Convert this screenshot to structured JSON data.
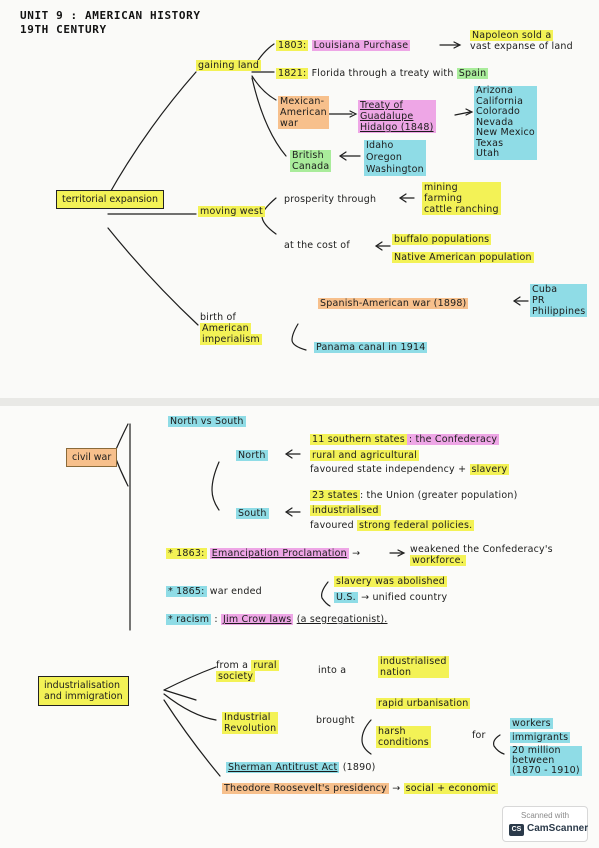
{
  "header": {
    "title_line1": "UNIT 9 : AMERICAN HISTORY",
    "title_line2": "19TH CENTURY"
  },
  "territorial": {
    "root": "territorial expansion",
    "gaining_land": "gaining land",
    "louisiana_year": "1803:",
    "louisiana": "Louisiana Purchase",
    "napoleon_1": "Napoleon sold a",
    "napoleon_2": "vast expanse of land",
    "florida_year": "1821:",
    "florida": "Florida through a treaty with",
    "spain": "Spain",
    "mexican_1": "Mexican-",
    "mexican_2": "American",
    "mexican_3": "war",
    "treaty_1": "Treaty of",
    "treaty_2": "Guadalupe",
    "treaty_3": "Hidalgo (1848)",
    "states": [
      "Arizona",
      "California",
      "Colorado",
      "Nevada",
      "New Mexico",
      "Texas",
      "Utah"
    ],
    "british_1": "British",
    "british_2": "Canada",
    "northwest": [
      "Idaho",
      "Oregon",
      "Washington"
    ],
    "moving_west": "moving west",
    "prosperity": "prosperity through",
    "prosperity_items": [
      "mining",
      "farming",
      "cattle ranching"
    ],
    "cost": "at the cost of",
    "cost_items": [
      "buffalo populations",
      "Native American population"
    ],
    "birth_1": "birth of",
    "birth_2": "American",
    "birth_3": "imperialism",
    "spanish_war": "Spanish-American war (1898)",
    "colonies": [
      "Cuba",
      "PR",
      "Philippines"
    ],
    "panama": "Panama canal in 1914"
  },
  "civil_war": {
    "root": "civil war",
    "north_vs_south": "North vs South",
    "north": "North",
    "south": "South",
    "n_line1a": "11 southern states",
    "n_line1b": ": the Confederacy",
    "n_line2": "rural and agricultural",
    "n_line3a": "favoured state independency +",
    "n_line3b": "slavery",
    "s_line1a": "23 states",
    "s_line1b": ": the Union (greater population)",
    "s_line2": "industrialised",
    "s_line3a": "favoured",
    "s_line3b": "strong federal policies.",
    "eman_year": "* 1863:",
    "eman": "Emancipation Proclamation",
    "eman_arrow": "→",
    "eman_res_1": "weakened the Confederacy's",
    "eman_res_2": "workforce.",
    "end_year": "* 1865:",
    "end": "war ended",
    "end_res_1": "slavery was abolished",
    "end_res_2a": "U.S.",
    "end_res_2b": "→ unified country",
    "racism": "* racism",
    "jim_crow": "Jim Crow laws",
    "segregation": "(a segregationist)."
  },
  "industrial": {
    "root_1": "industrialisation",
    "root_2": "and immigration",
    "from_1": "from a",
    "from_2": "rural",
    "from_3": "society",
    "into": "into a",
    "ind_1": "industrialised",
    "ind_2": "nation",
    "rev_1": "Industrial",
    "rev_2": "Revolution",
    "brought": "brought",
    "rapid": "rapid urbanisation",
    "harsh_1": "harsh",
    "harsh_2": "conditions",
    "for": "for",
    "workers": "workers",
    "immigrants": "immigrants",
    "million_1": "20 million",
    "million_2": "between",
    "million_3": "(1870 - 1910)",
    "sherman": "Sherman Antitrust Act",
    "sherman_year": "(1890)",
    "roosevelt": "Theodore Roosevelt's presidency",
    "roosevelt_arrow": "→",
    "roosevelt_res": "social + economic"
  },
  "watermark": {
    "top": "Scanned with",
    "logo": "CS",
    "name": "CamScanner"
  }
}
